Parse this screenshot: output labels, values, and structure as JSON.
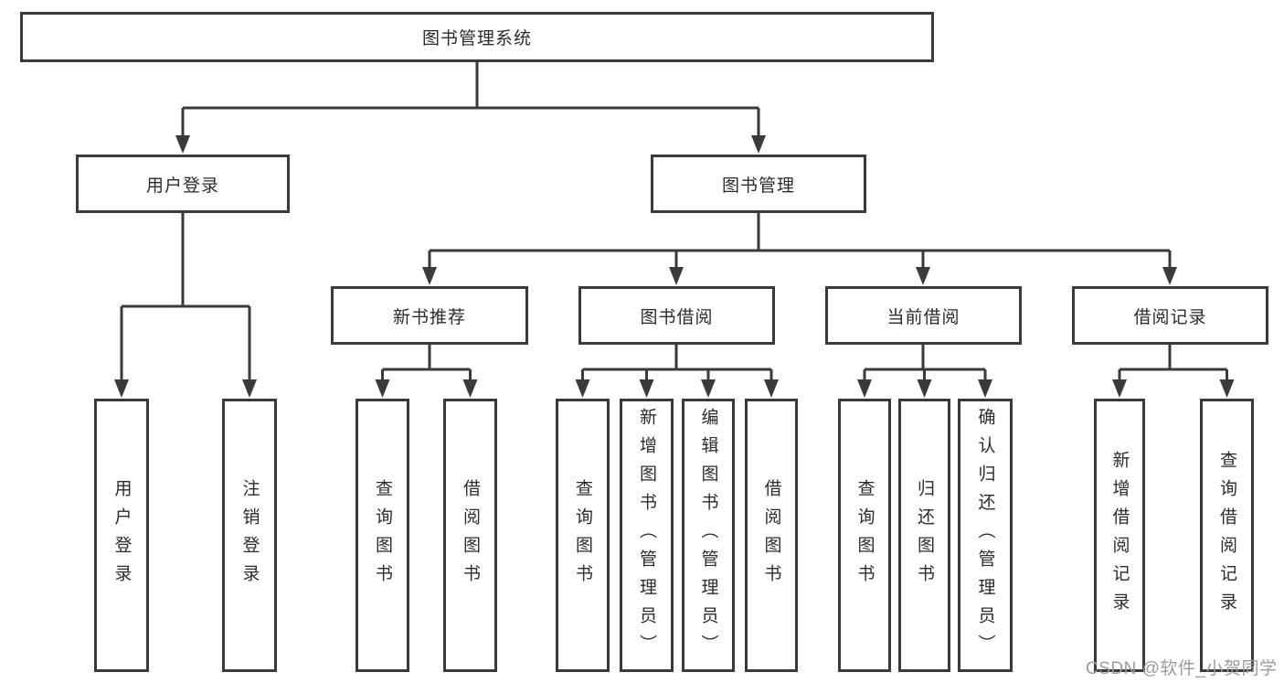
{
  "diagram": {
    "root": {
      "label": "图书管理系统"
    },
    "branches": [
      {
        "label": "用户登录",
        "children": [
          {
            "label": "用户登录"
          },
          {
            "label": "注销登录"
          }
        ]
      },
      {
        "label": "图书管理",
        "children": [
          {
            "label": "新书推荐",
            "children": [
              {
                "label": "查询图书"
              },
              {
                "label": "借阅图书"
              }
            ]
          },
          {
            "label": "图书借阅",
            "children": [
              {
                "label": "查询图书"
              },
              {
                "label": "新增图书（管理员）"
              },
              {
                "label": "编辑图书（管理员）"
              },
              {
                "label": "借阅图书"
              }
            ]
          },
          {
            "label": "当前借阅",
            "children": [
              {
                "label": "查询图书"
              },
              {
                "label": "归还图书"
              },
              {
                "label": "确认归还（管理员）"
              }
            ]
          },
          {
            "label": "借阅记录",
            "children": [
              {
                "label": "新增借阅记录"
              },
              {
                "label": "查询借阅记录"
              }
            ]
          }
        ]
      }
    ]
  },
  "watermark": {
    "text": "CSDN @软件_小贺同学"
  },
  "colors": {
    "line": "#3a3a3a",
    "text": "#2b2b2b",
    "watermark": "#9b9b9b",
    "background": "#ffffff"
  }
}
